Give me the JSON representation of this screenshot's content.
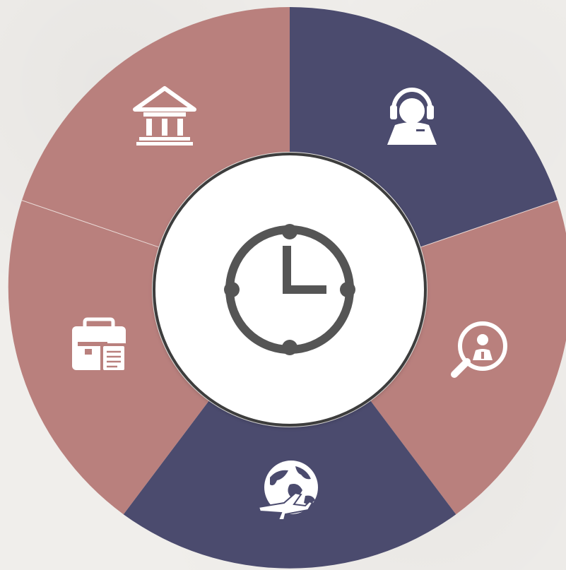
{
  "diagram": {
    "segment_colors": {
      "rose": "#b9807d",
      "navy": "#4b4b6e",
      "center_fill": "#ffffff",
      "center_stroke": "#3d3d3d",
      "clock": "#555555",
      "icon": "#ffffff"
    },
    "segments": [
      {
        "icon": "bank-icon",
        "color": "rose"
      },
      {
        "icon": "headset-agent-icon",
        "color": "navy"
      },
      {
        "icon": "magnifier-person-icon",
        "color": "rose"
      },
      {
        "icon": "globe-airplane-icon",
        "color": "navy"
      },
      {
        "icon": "briefcase-document-icon",
        "color": "rose"
      }
    ],
    "center_icon": "clock-icon"
  }
}
